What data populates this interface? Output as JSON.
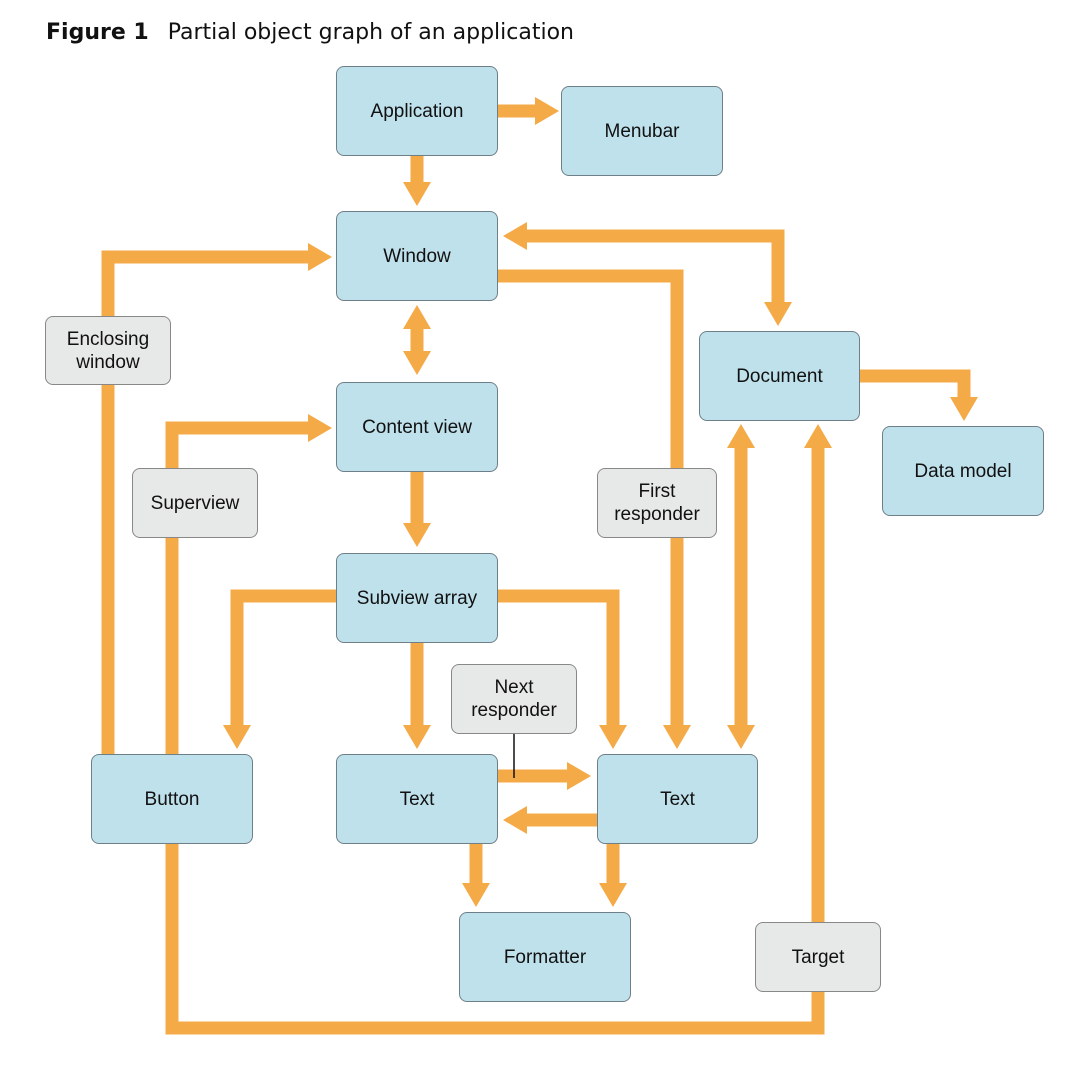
{
  "figure": {
    "label": "Figure 1",
    "caption": "Partial object graph of an application"
  },
  "colors": {
    "object_fill": "#bfe1ec",
    "relation_fill": "#e7e8e8",
    "arrow": "#f4aa47",
    "border": "#6f7f88"
  },
  "objects": {
    "application": "Application",
    "menubar": "Menubar",
    "window": "Window",
    "document": "Document",
    "data_model": "Data model",
    "content_view": "Content view",
    "subview_array": "Subview array",
    "button": "Button",
    "text_left": "Text",
    "text_right": "Text",
    "formatter": "Formatter"
  },
  "relations": {
    "enclosing_window": "Enclosing\nwindow",
    "superview": "Superview",
    "first_responder": "First\nresponder",
    "next_responder": "Next\nresponder",
    "target": "Target"
  }
}
